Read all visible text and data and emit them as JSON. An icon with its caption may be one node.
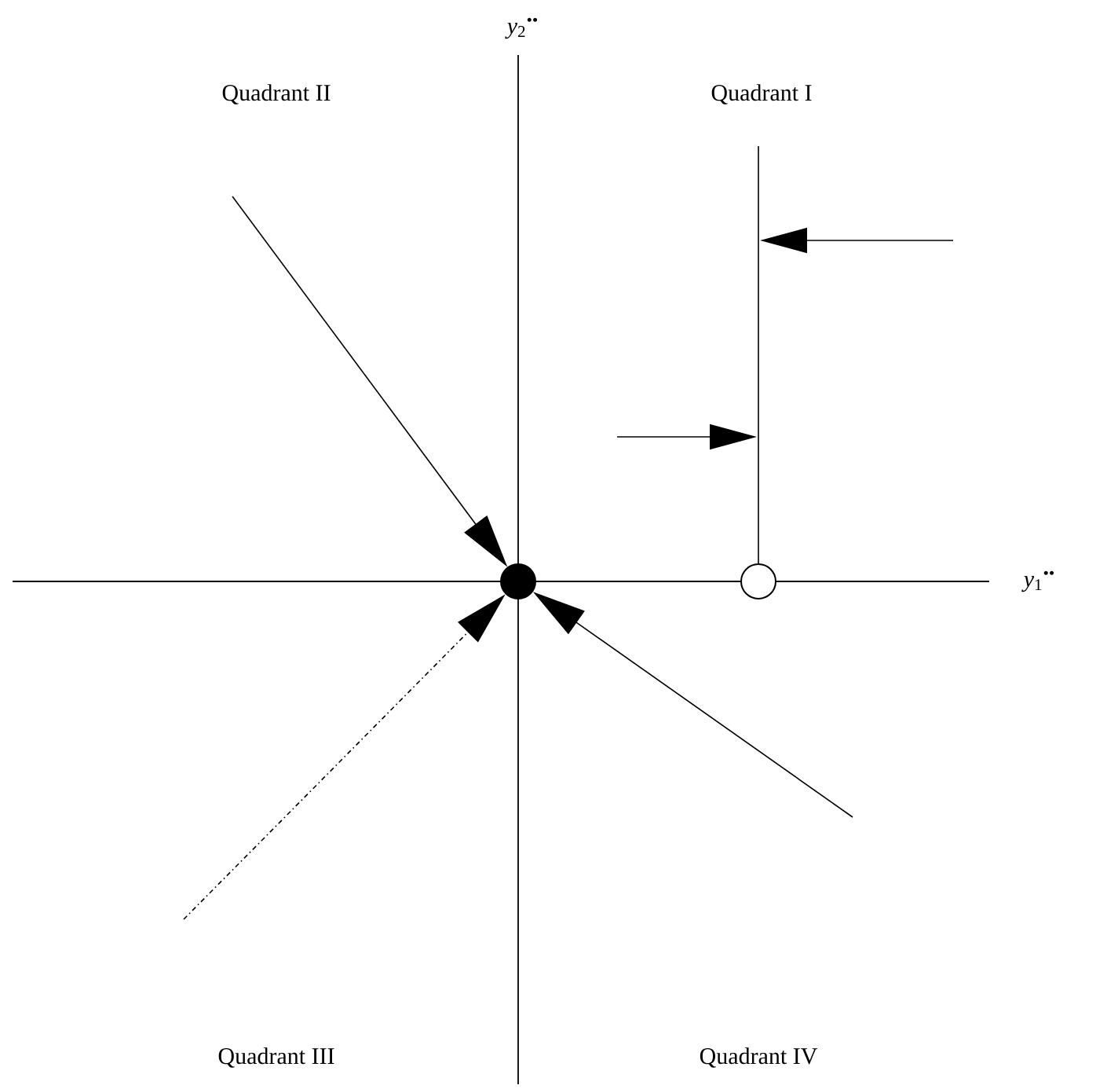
{
  "diagram": {
    "nodes": [
      {
        "text": [],
        "shape": "circle"
      },
      {
        "text": [],
        "shape": "circle"
      }
    ],
    "edges": [
      {
        "from": null,
        "to": 0,
        "arrow": "to"
      },
      {
        "from": null,
        "to": 0,
        "arrow": "to",
        "style": "dashed"
      },
      {
        "from": null,
        "to": 0,
        "arrow": "to"
      },
      {
        "from": null,
        "to": 1,
        "arrow": "none"
      }
    ],
    "labels": [
      "*y*$_{2}$$^{••}$",
      "Quadrant II",
      "Quadrant I",
      "*y*$_{1}$$^{••}$",
      "Quadrant III",
      "Quadrant IV"
    ]
  }
}
